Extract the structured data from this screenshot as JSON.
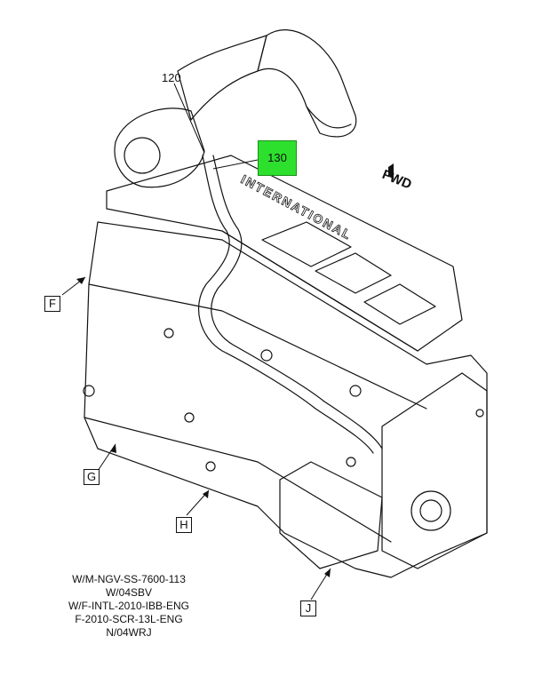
{
  "callouts": {
    "part_120": "120",
    "part_130": "130",
    "highlight_color": "#2ee02e"
  },
  "orientation": {
    "label": "FWD"
  },
  "engine_branding": {
    "text": "INTERNATIONAL"
  },
  "view_labels": {
    "F": "F",
    "G": "G",
    "H": "H",
    "J": "J"
  },
  "reference_notes": [
    "W/M-NGV-SS-7600-113",
    "W/04SBV",
    "W/F-INTL-2010-IBB-ENG",
    "F-2010-SCR-13L-ENG",
    "N/04WRJ"
  ]
}
